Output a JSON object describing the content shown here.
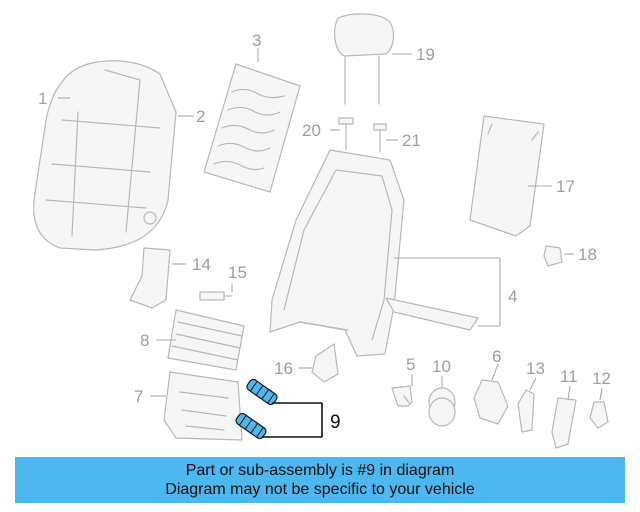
{
  "callouts": [
    {
      "id": "1",
      "label": "1"
    },
    {
      "id": "2",
      "label": "2"
    },
    {
      "id": "3",
      "label": "3"
    },
    {
      "id": "4",
      "label": "4"
    },
    {
      "id": "5",
      "label": "5"
    },
    {
      "id": "6",
      "label": "6"
    },
    {
      "id": "7",
      "label": "7"
    },
    {
      "id": "8",
      "label": "8"
    },
    {
      "id": "9",
      "label": "9",
      "highlighted": true
    },
    {
      "id": "10",
      "label": "10"
    },
    {
      "id": "11",
      "label": "11"
    },
    {
      "id": "12",
      "label": "12"
    },
    {
      "id": "13",
      "label": "13"
    },
    {
      "id": "14",
      "label": "14"
    },
    {
      "id": "15",
      "label": "15"
    },
    {
      "id": "16",
      "label": "16"
    },
    {
      "id": "17",
      "label": "17"
    },
    {
      "id": "18",
      "label": "18"
    },
    {
      "id": "19",
      "label": "19"
    },
    {
      "id": "20",
      "label": "20"
    },
    {
      "id": "21",
      "label": "21"
    }
  ],
  "banner": {
    "line1": "Part or sub-assembly is #9 in diagram",
    "line2": "Diagram may not be specific to your vehicle"
  },
  "colors": {
    "highlight": "#4fb6ee",
    "banner_background": "#4db8f0",
    "line_art": "#b8b8b8"
  }
}
